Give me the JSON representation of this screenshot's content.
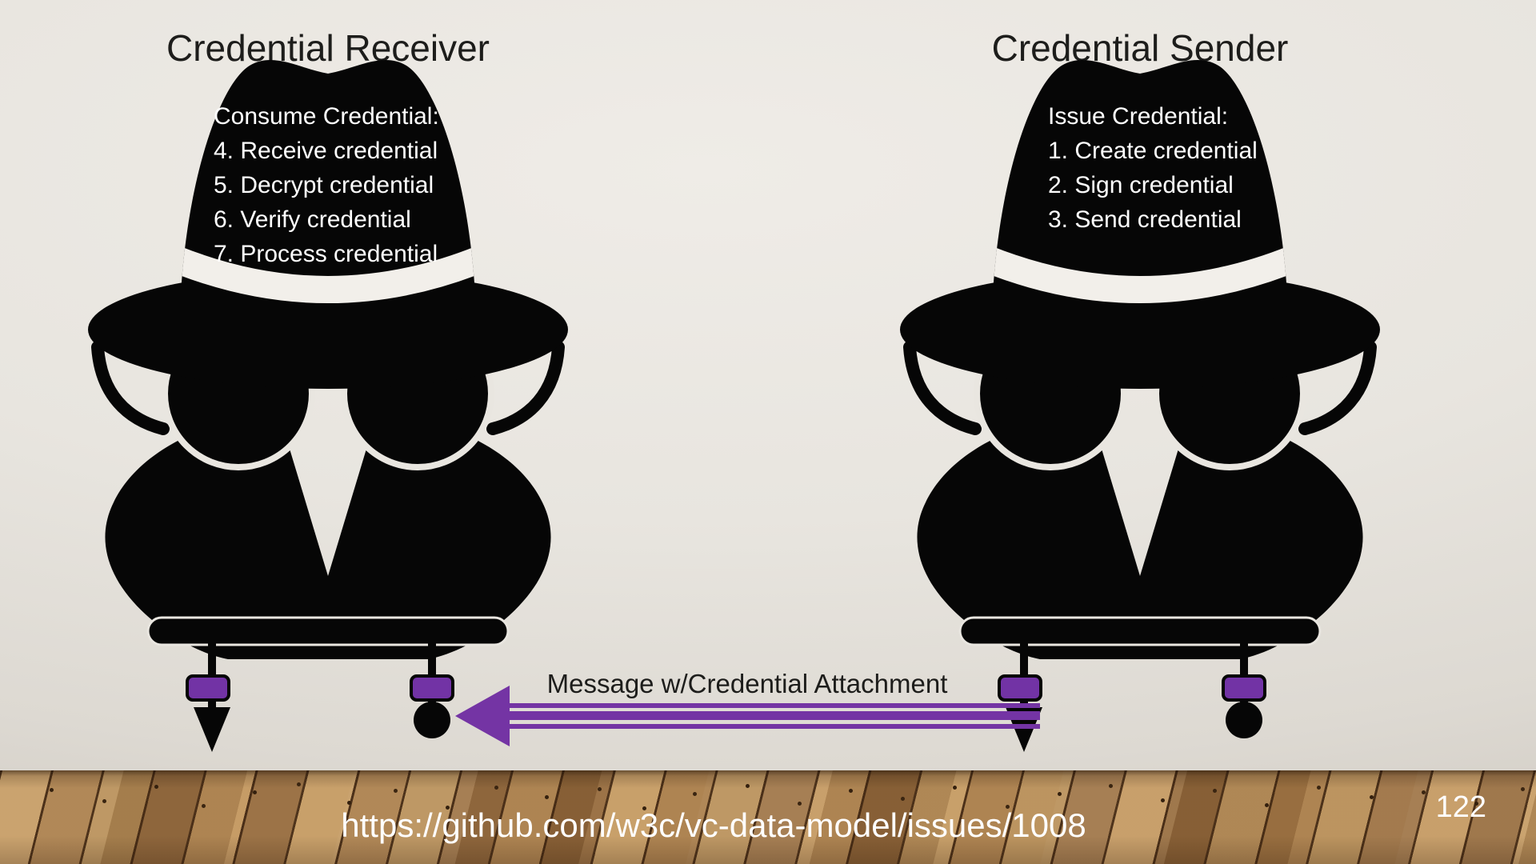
{
  "slide": {
    "left_figure": {
      "title": "Credential Receiver",
      "hat_lines": [
        "Consume Credential:",
        "4. Receive credential",
        "5. Decrypt credential",
        "6. Verify credential",
        "7. Process credential"
      ]
    },
    "right_figure": {
      "title": "Credential Sender",
      "hat_lines": [
        "Issue Credential:",
        "1. Create credential",
        "2. Sign credential",
        "3. Send credential"
      ]
    },
    "arrow_label": "Message w/Credential Attachment",
    "footer_url": "https://github.com/w3c/vc-data-model/issues/1008",
    "page_number": "122",
    "colors": {
      "ink": "#1D1D1B",
      "figure_black": "#060606",
      "connector_purple": "#7233A5",
      "arrow_purple": "#7434A4",
      "wall": "#E9E6E0",
      "hat_band": "#F2EFEA",
      "hat_text": "#FFFFFF",
      "footer_text": "#FFFFFF",
      "wood_light": "#C49A63",
      "wood_dark": "#946A3D"
    }
  }
}
